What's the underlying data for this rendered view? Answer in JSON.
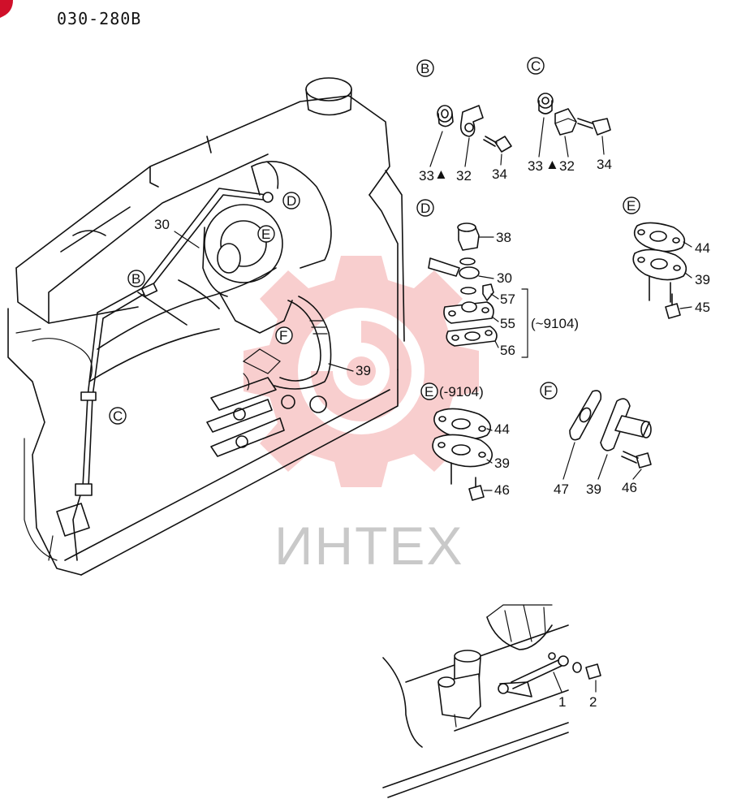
{
  "diagram_code": "030-280B",
  "watermark_text": "ИНТЕХ",
  "callouts": [
    {
      "id": "c-B-main",
      "letter": "B"
    },
    {
      "id": "c-C-main",
      "letter": "C"
    },
    {
      "id": "c-D-main",
      "letter": "D"
    },
    {
      "id": "c-E-main",
      "letter": "E"
    },
    {
      "id": "c-F-main",
      "letter": "F"
    },
    {
      "id": "c-B-detail",
      "letter": "B"
    },
    {
      "id": "c-C-detail",
      "letter": "C"
    },
    {
      "id": "c-D-detail",
      "letter": "D"
    },
    {
      "id": "c-E-detail",
      "letter": "E"
    },
    {
      "id": "c-E2-detail",
      "letter": "E"
    },
    {
      "id": "c-F-detail",
      "letter": "F"
    }
  ],
  "detail_e2_range": "(-9104)",
  "detail_d_range": "(~9104)",
  "part_labels": {
    "p30_main": "30",
    "p39_main": "39",
    "b33": "33",
    "b32": "32",
    "b34": "34",
    "c33": "33",
    "c32": "32",
    "c34": "34",
    "d38": "38",
    "d30": "30",
    "d57": "57",
    "d55": "55",
    "d56": "56",
    "e44": "44",
    "e39": "39",
    "e45": "45",
    "e2_44": "44",
    "e2_39": "39",
    "e2_46": "46",
    "f47": "47",
    "f39": "39",
    "f46": "46",
    "l1": "1",
    "l2": "2"
  },
  "marker_glyph": "▲",
  "colors": {
    "line": "#111111",
    "watermark_red": "#f4a7a7",
    "watermark_gray": "#c9c9c9",
    "corner_badge": "#d0102a"
  }
}
